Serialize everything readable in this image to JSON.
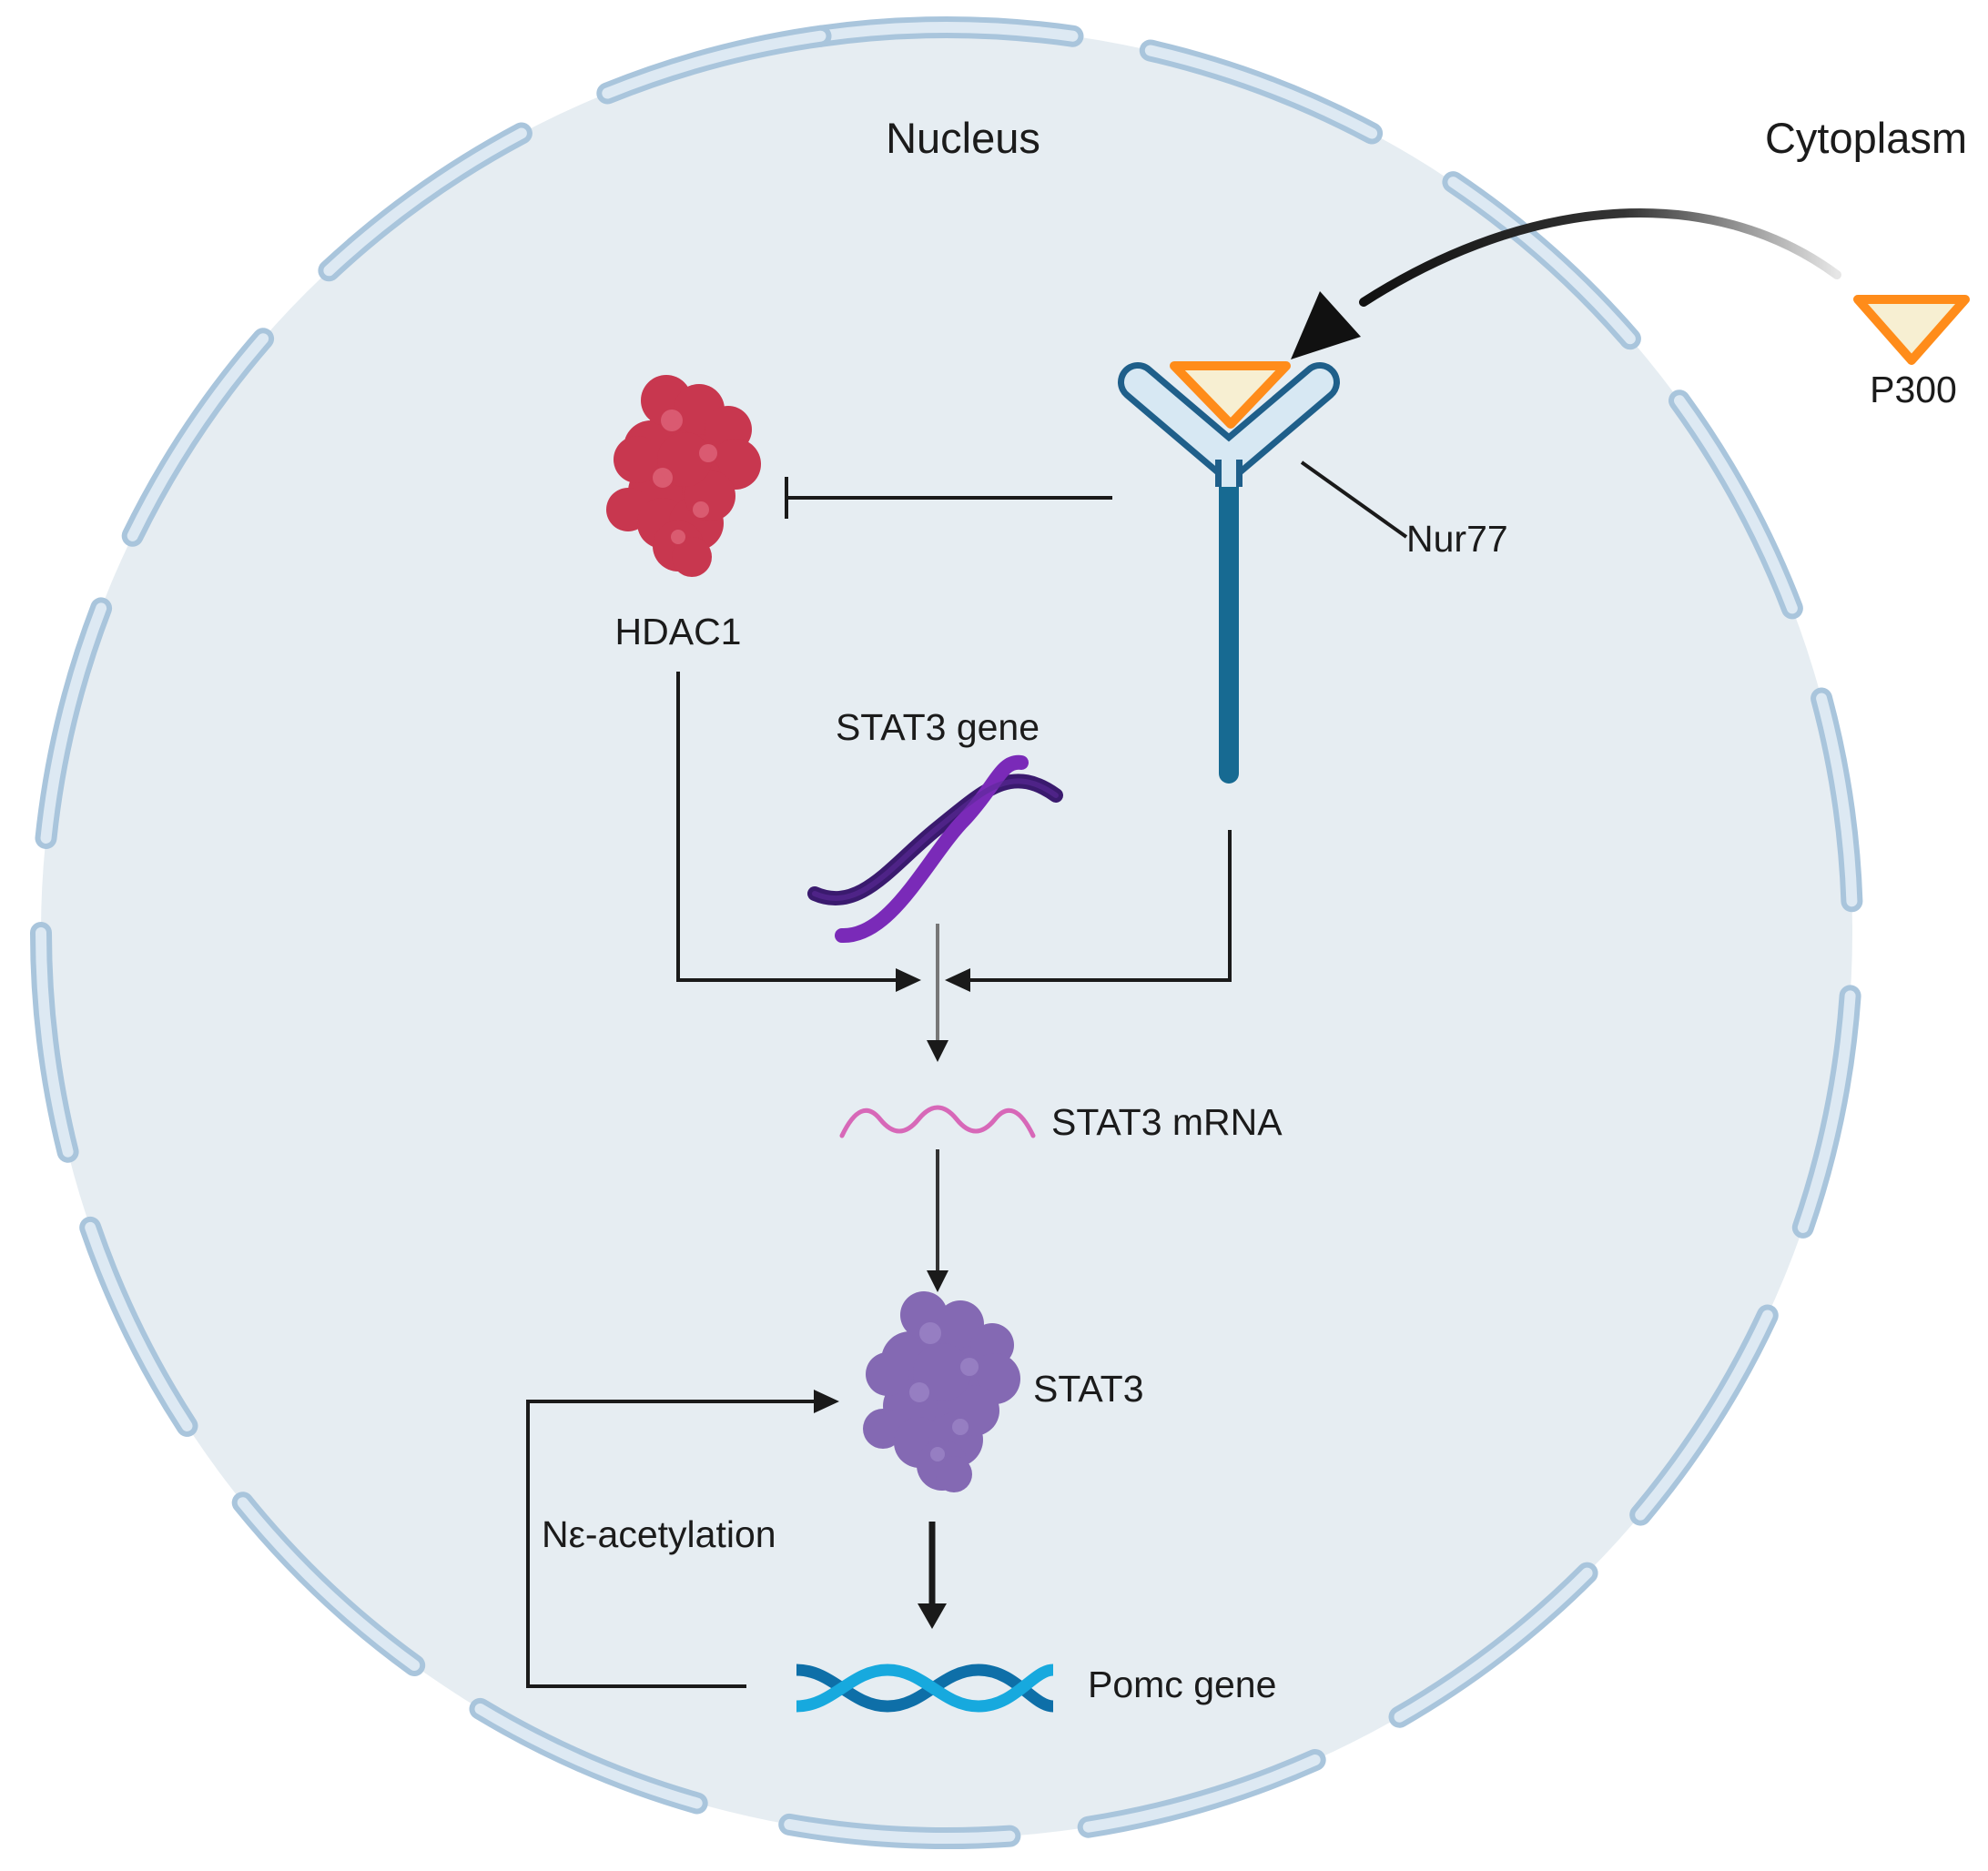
{
  "compartments": {
    "nucleus_label": "Nucleus",
    "cytoplasm_label": "Cytoplasm"
  },
  "molecules": {
    "p300": "P300",
    "nur77": "Nur77",
    "hdac1": "HDAC1",
    "stat3_gene": "STAT3 gene",
    "stat3_mrna": "STAT3 mRNA",
    "stat3": "STAT3",
    "pomc_gene": "Pomc gene"
  },
  "processes": {
    "acetylation": "Nε-acetylation"
  },
  "colors": {
    "nucleus_fill": "#e6edf2",
    "envelope": "#a9c5dc",
    "hdac1": "#c8374f",
    "stat3_protein": "#8469b3",
    "dna_stat3": "#7a2ab8",
    "mrna": "#d768b8",
    "dna_pomc": "#17a9de",
    "p300_outline": "#ff8c1a",
    "p300_fill": "#f7efd2",
    "nur77_stalk": "#176a92",
    "arrows": "#1a1a1a"
  }
}
